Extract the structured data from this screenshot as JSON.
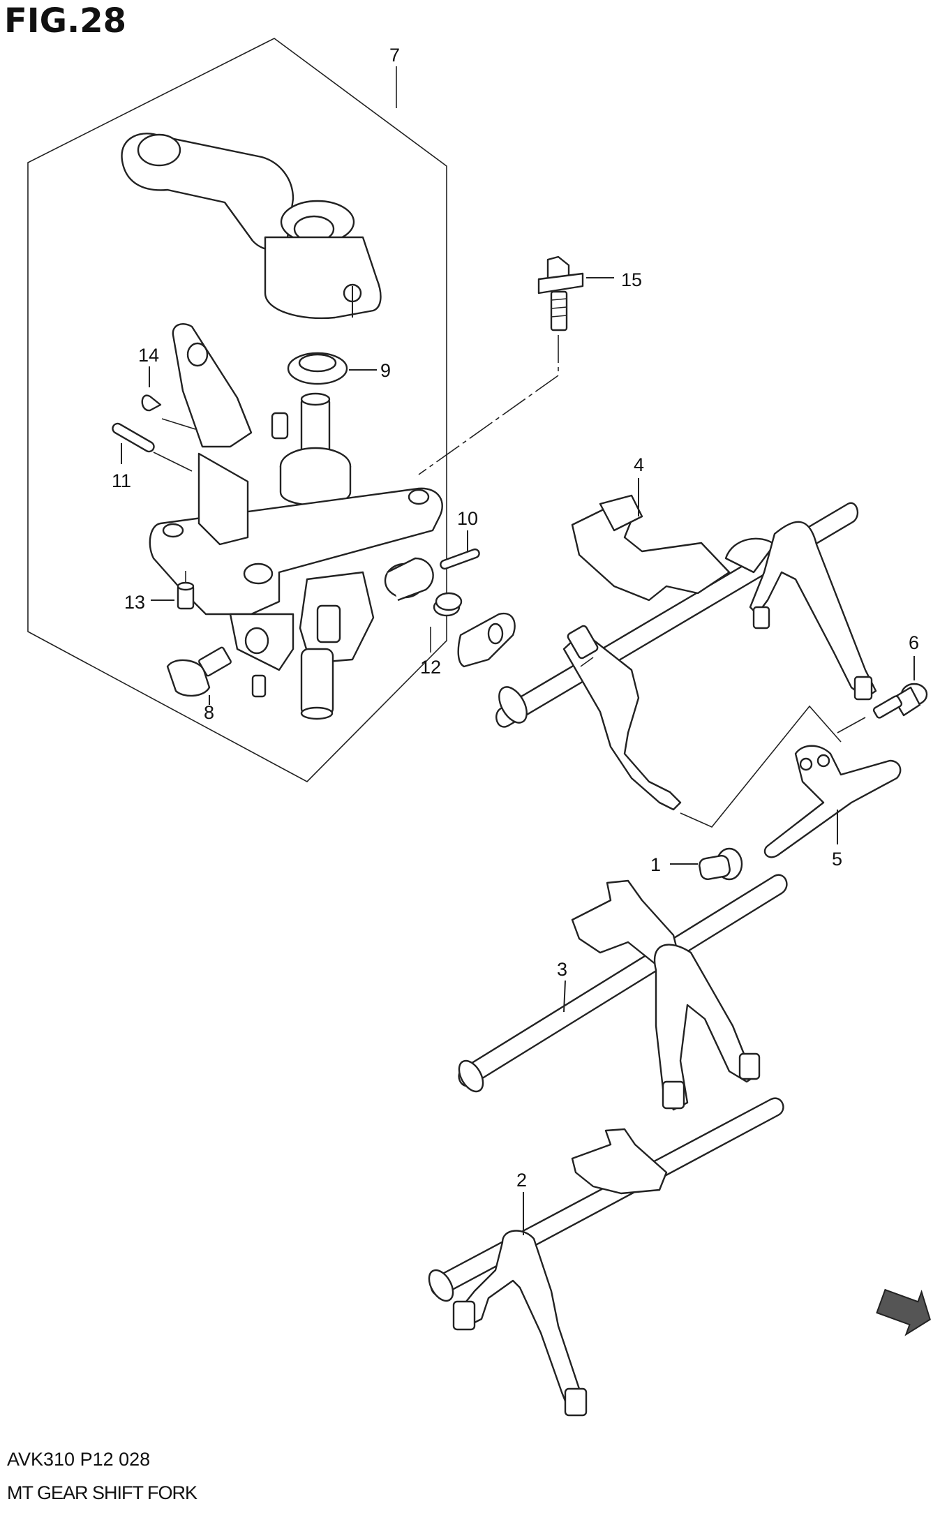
{
  "header": {
    "figure_title": "FIG.28"
  },
  "footer": {
    "model_code": "AVK310 P12 028",
    "caption": "MT GEAR SHIFT FORK"
  },
  "callouts": [
    "1",
    "2",
    "3",
    "4",
    "5",
    "6",
    "7",
    "8",
    "9",
    "10",
    "11",
    "12",
    "13",
    "14",
    "15"
  ],
  "icons": {
    "direction_arrow": "front-arrow-icon"
  }
}
